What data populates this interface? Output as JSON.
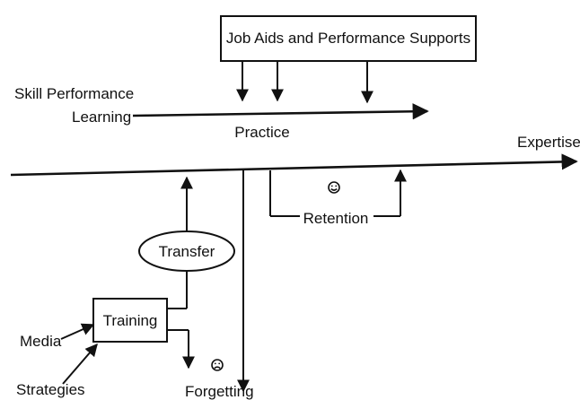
{
  "diagram": {
    "job_aids_label": "Job Aids and Performance Supports",
    "skill_performance_label": "Skill Performance",
    "learning_label": "Learning",
    "practice_label": "Practice",
    "expertise_label": "Expertise",
    "retention_label": "Retention",
    "transfer_label": "Transfer",
    "training_label": "Training",
    "media_label": "Media",
    "strategies_label": "Strategies",
    "forgetting_label": "Forgetting",
    "retention_face": "happy",
    "forgetting_face": "sad"
  }
}
